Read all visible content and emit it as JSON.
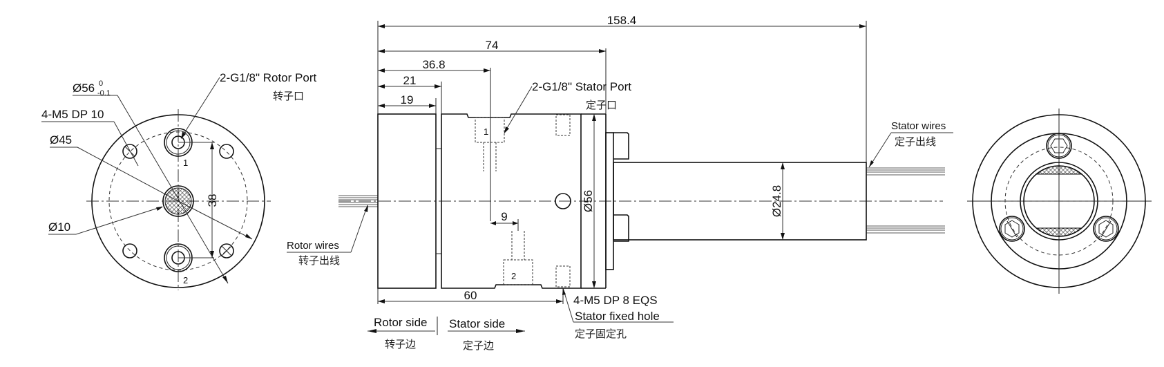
{
  "drawing": {
    "title": "Rotary union with slip ring — dimensional drawing",
    "colors": {
      "line": "#111111",
      "background": "#ffffff"
    }
  },
  "left_view": {
    "labels": {
      "outer_diameter": "Ø56",
      "outer_tol_upper": "0",
      "outer_tol_lower": "-0.1",
      "mount_holes": "4-M5 DP 10",
      "pcd": "Ø45",
      "bore": "Ø10",
      "rotor_port": "2-G1/8\"  Rotor Port",
      "rotor_port_cn": "转子口",
      "port_spacing": "38",
      "port1": "1",
      "port2": "2"
    }
  },
  "side_view": {
    "dims": {
      "overall": "158.4",
      "body": "74",
      "port_pos": "36.8",
      "d21": "21",
      "d19": "19",
      "port_offset": "9",
      "stator_holes_pos": "60",
      "body_dia": "Ø56",
      "tube_dia": "Ø24.8"
    },
    "labels": {
      "stator_port": "2-G1/8\" Stator Port",
      "stator_port_cn": "定子口",
      "port1": "1",
      "port2": "2",
      "rotor_wires": "Rotor wires",
      "rotor_wires_cn": "转子出线",
      "stator_wires": "Stator wires",
      "stator_wires_cn": "定子出线",
      "fixed_holes": "4-M5 DP 8 EQS",
      "fixed_holes_desc": "Stator fixed hole",
      "fixed_holes_cn": "定子固定孔",
      "rotor_side": "Rotor side",
      "rotor_side_cn": "转子边",
      "stator_side": "Stator side",
      "stator_side_cn": "定子边"
    }
  },
  "right_view": {
    "hex_bolts": 3
  }
}
